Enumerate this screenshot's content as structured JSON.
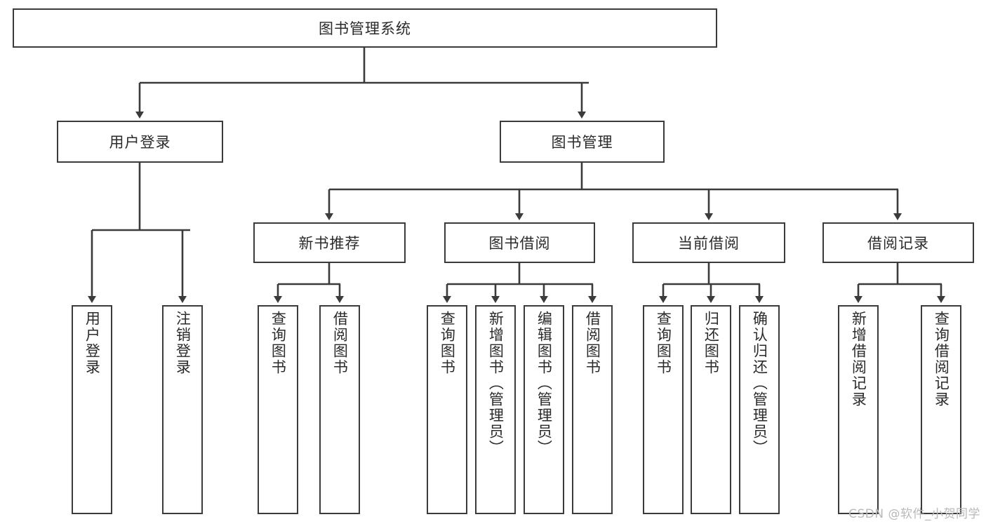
{
  "diagram": {
    "title": "图书管理系统",
    "type": "tree-hierarchy-chart",
    "root": {
      "label": "图书管理系统"
    },
    "level2": [
      {
        "label": "用户登录"
      },
      {
        "label": "图书管理"
      }
    ],
    "level3": [
      {
        "label": "新书推荐"
      },
      {
        "label": "图书借阅"
      },
      {
        "label": "当前借阅"
      },
      {
        "label": "借阅记录"
      }
    ],
    "leaves": [
      {
        "label": "用户登录"
      },
      {
        "label": "注销登录"
      },
      {
        "label": "查询图书"
      },
      {
        "label": "借阅图书"
      },
      {
        "label": "查询图书"
      },
      {
        "label": "新增图书（管理员）"
      },
      {
        "label": "编辑图书（管理员）"
      },
      {
        "label": "借阅图书"
      },
      {
        "label": "查询图书"
      },
      {
        "label": "归还图书"
      },
      {
        "label": "确认归还（管理员）"
      },
      {
        "label": "新增借阅记录"
      },
      {
        "label": "查询借阅记录"
      }
    ]
  },
  "watermark": {
    "text": "CSDN @软件_小贺同学"
  },
  "colors": {
    "border": "#3b3b3b",
    "background": "#ffffff",
    "text": "#2a2a2a",
    "watermark": "#b9b9b9"
  }
}
